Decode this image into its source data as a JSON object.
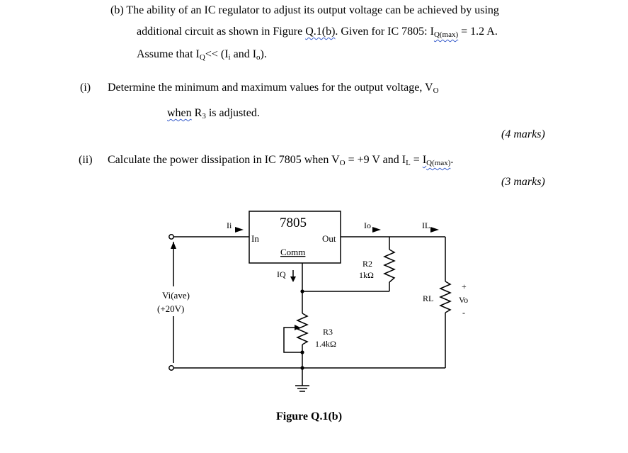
{
  "question": {
    "part_b": {
      "line1": "(b) The ability of an IC regulator to adjust its output voltage can be achieved by using",
      "line2_pre": "additional circuit as shown in Figure ",
      "line2_ref": "Q.1(b)",
      "line2_mid": ". Given for IC 7805: ",
      "line2_I": "I",
      "line2_Isub": "Q(max)",
      "line2_post": " = 1.2 A.",
      "line3_pre": "Assume that I",
      "line3_Q": "Q",
      "line3_mid1": "<< (I",
      "line3_i": "i",
      "line3_mid2": " and I",
      "line3_o": "o",
      "line3_end": ")."
    },
    "part_i": {
      "num": "(i)",
      "line1_pre": "Determine the minimum and maximum values for the output voltage, V",
      "line1_sub": "O",
      "line2_pre": "when",
      "line2_mid": " R",
      "line2_sub": "3",
      "line2_post": " is adjusted.",
      "marks": "(4 marks)"
    },
    "part_ii": {
      "num": "(ii)",
      "text_pre": "Calculate the power dissipation in IC 7805 when V",
      "text_sub1": "O",
      "text_mid": " = +9 V and I",
      "text_sub2": "L",
      "text_eq": " = ",
      "text_I": "I",
      "text_sub3": "Q(max)",
      "text_end": ".",
      "marks": "(3 marks)"
    }
  },
  "circuit": {
    "ic_name": "7805",
    "pin_in": "In",
    "pin_out": "Out",
    "pin_comm": "Comm",
    "current_ii": "Ii",
    "current_iq": "IQ",
    "current_io": "Io",
    "current_il": "IL",
    "vin_label": "Vi(ave)",
    "vin_value": "(+20V)",
    "r2_name": "R2",
    "r2_value": "1kΩ",
    "r3_name": "R3",
    "r3_value": "1.4kΩ",
    "rl_name": "RL",
    "vo_plus": "+",
    "vo_label": "Vo",
    "vo_minus": "-",
    "figure_caption": "Figure Q.1(b)"
  }
}
